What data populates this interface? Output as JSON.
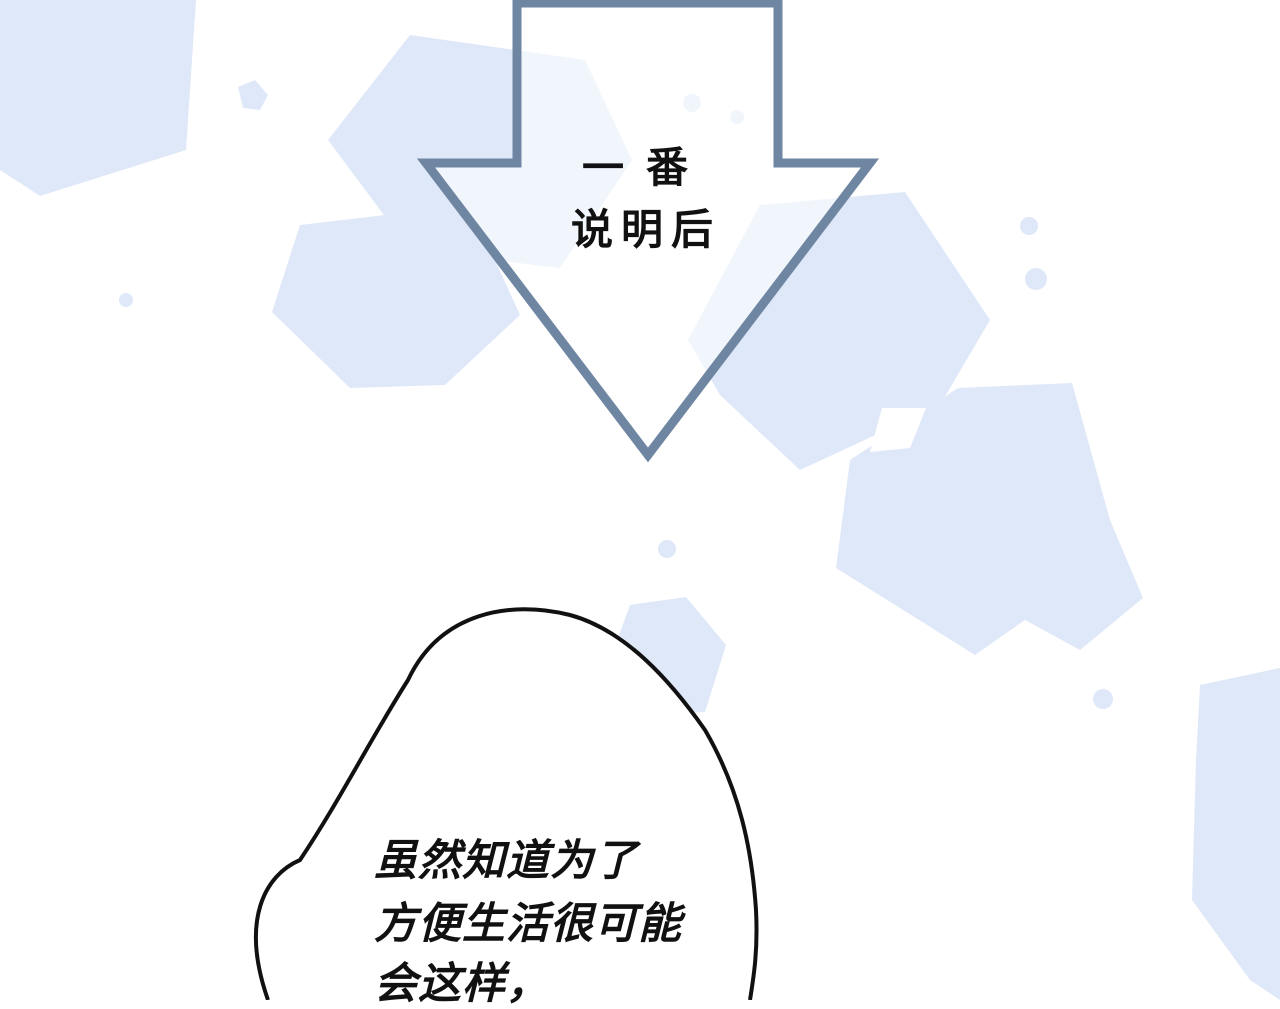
{
  "arrow_caption": {
    "line1": "一番",
    "line2": "说明后"
  },
  "speech_bubble": {
    "line1": "虽然知道为了",
    "line2": "方便生活很可能",
    "line3": "会这样，"
  },
  "colors": {
    "background": "#ffffff",
    "hexagon_fill": "#dfe8f8",
    "arrow_outline": "#6f86a3",
    "arrow_fill": "#ffffff",
    "bubble_outline": "#111111",
    "text": "#111111"
  }
}
